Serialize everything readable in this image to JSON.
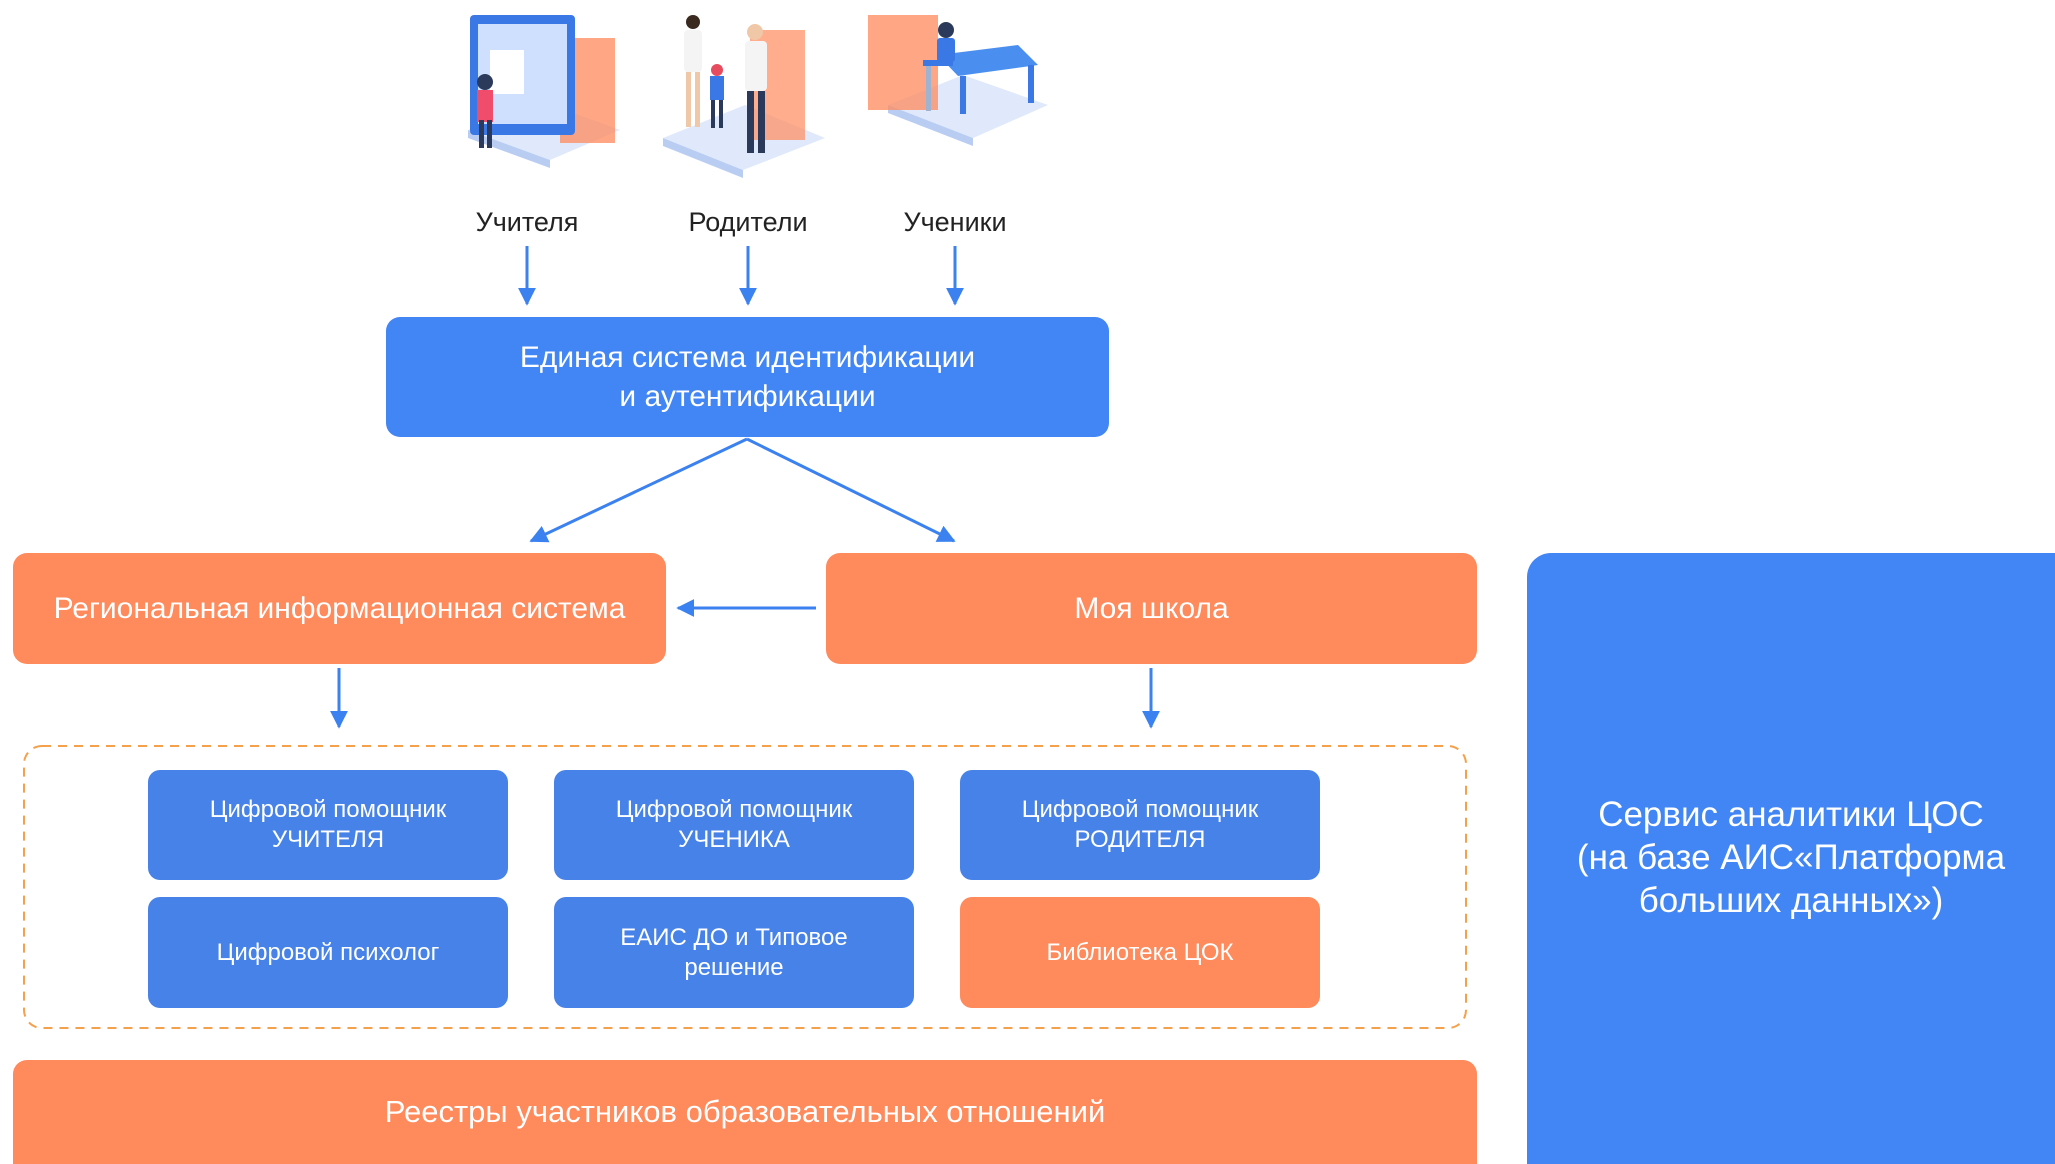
{
  "actors": [
    {
      "label": "Учителя",
      "icon": "teacher-at-screen-illustration"
    },
    {
      "label": "Родители",
      "icon": "parents-with-child-illustration"
    },
    {
      "label": "Ученики",
      "icon": "student-at-desk-illustration"
    }
  ],
  "esia": {
    "label": "Единая система идентификации\nи аутентификации"
  },
  "regional": {
    "label": "Региональная информационная система"
  },
  "my_school": {
    "label": "Моя школа"
  },
  "tiles": [
    {
      "label": "Цифровой помощник\nУЧИТЕЛЯ"
    },
    {
      "label": "Цифровой помощник\nУЧЕНИКА"
    },
    {
      "label": "Цифровой помощник\nРОДИТЕЛЯ"
    },
    {
      "label": "Цифровой психолог"
    },
    {
      "label": "ЕАИС ДО и Типовое\nрешение"
    },
    {
      "label": "Библиотека ЦОК"
    }
  ],
  "registries": {
    "label": "Реестры участников образовательных отношений"
  },
  "analytics": {
    "label": "Сервис аналитики ЦОС\n(на базе АИС«Платформа\nбольших данных»)"
  },
  "colors": {
    "blue": "#4285f4",
    "tile_blue": "#4682e8",
    "orange": "#ff8a5c",
    "arrow": "#3b82f0",
    "dash": "#f5a04a"
  }
}
